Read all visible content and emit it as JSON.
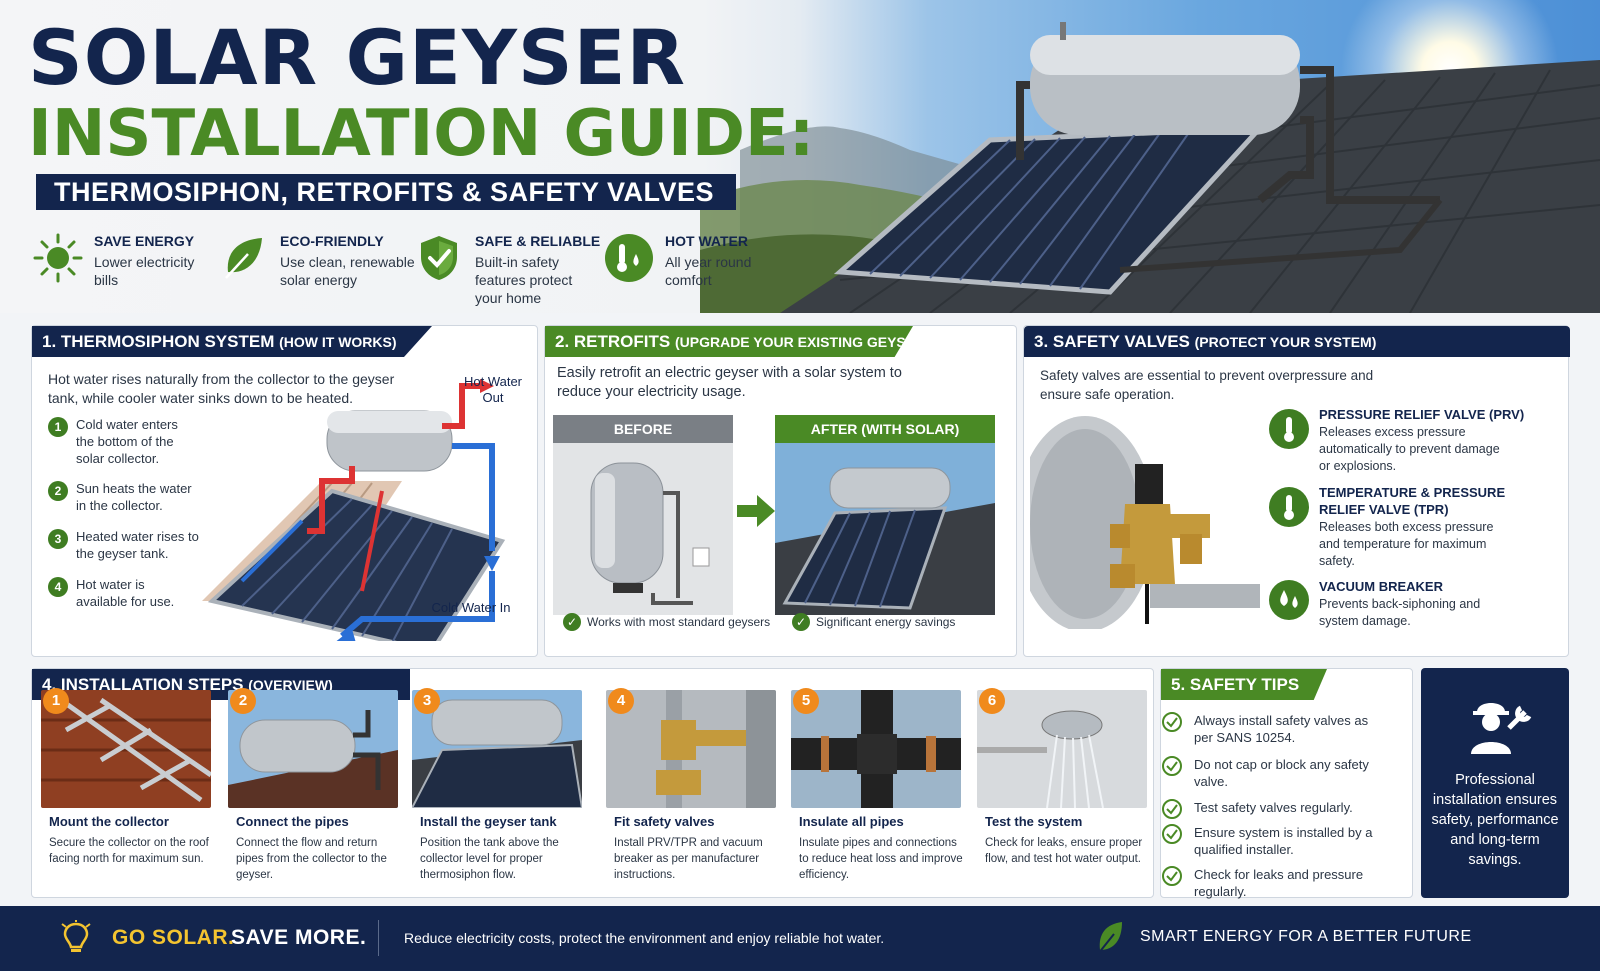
{
  "hero": {
    "title_line1": "SOLAR GEYSER",
    "title_line2": "INSTALLATION GUIDE:",
    "subtitle": "THERMOSIPHON, RETROFITS & SAFETY VALVES",
    "features": [
      {
        "title": "SAVE ENERGY",
        "desc": "Lower electricity bills",
        "icon": "sun-icon"
      },
      {
        "title": "ECO-FRIENDLY",
        "desc": "Use clean, renewable solar energy",
        "icon": "leaf-icon"
      },
      {
        "title": "SAFE & RELIABLE",
        "desc": "Built-in safety features protect your home",
        "icon": "shield-check-icon"
      },
      {
        "title": "HOT WATER",
        "desc": "All year round comfort",
        "icon": "thermometer-drop-icon"
      }
    ]
  },
  "thermosiphon": {
    "heading": "1. THERMOSIPHON SYSTEM",
    "heading_note": "(HOW IT WORKS)",
    "intro": "Hot water rises naturally from the collector to the geyser tank, while cooler water sinks down to be heated.",
    "steps": [
      {
        "num": "1",
        "text": "Cold water enters the bottom of the solar collector."
      },
      {
        "num": "2",
        "text": "Sun heats the water in the collector."
      },
      {
        "num": "3",
        "text": "Heated water rises to the geyser tank."
      },
      {
        "num": "4",
        "text": "Hot water is available for use."
      }
    ],
    "hot_label": "Hot Water Out",
    "cold_label": "Cold Water In"
  },
  "retrofits": {
    "heading": "2. RETROFITS",
    "heading_note": "(UPGRADE YOUR EXISTING GEYSER)",
    "intro": "Easily retrofit an electric geyser with a solar system to reduce your electricity usage.",
    "before_label": "BEFORE",
    "after_label": "AFTER (WITH SOLAR)",
    "check1": "Works with most standard geysers",
    "check2": "Significant energy savings"
  },
  "safety_valves": {
    "heading": "3. SAFETY VALVES",
    "heading_note": "(PROTECT YOUR SYSTEM)",
    "intro": "Safety valves are essential to prevent overpressure and ensure safe operation.",
    "valves": [
      {
        "title": "PRESSURE RELIEF VALVE (PRV)",
        "desc": "Releases excess pressure automatically to prevent damage or explosions.",
        "icon": "thermometer-icon"
      },
      {
        "title": "TEMPERATURE & PRESSURE RELIEF VALVE (TPR)",
        "desc": "Releases both excess pressure and temperature for maximum safety.",
        "icon": "thermometer-icon"
      },
      {
        "title": "VACUUM BREAKER",
        "desc": "Prevents back-siphoning and system damage.",
        "icon": "water-drops-icon"
      }
    ]
  },
  "install": {
    "heading": "4. INSTALLATION STEPS",
    "heading_note": "(OVERVIEW)",
    "steps": [
      {
        "num": "1",
        "title": "Mount the collector",
        "desc": "Secure the collector on the roof facing north for maximum sun."
      },
      {
        "num": "2",
        "title": "Connect the pipes",
        "desc": "Connect the flow and return pipes from the collector to the geyser."
      },
      {
        "num": "3",
        "title": "Install the geyser tank",
        "desc": "Position the tank above the collector level for proper thermosiphon flow."
      },
      {
        "num": "4",
        "title": "Fit safety valves",
        "desc": "Install PRV/TPR and vacuum breaker as per manufacturer instructions."
      },
      {
        "num": "5",
        "title": "Insulate all pipes",
        "desc": "Insulate pipes and connections to reduce heat loss and improve efficiency."
      },
      {
        "num": "6",
        "title": "Test the system",
        "desc": "Check for leaks, ensure proper flow, and test hot water output."
      }
    ]
  },
  "tips": {
    "heading": "5. SAFETY TIPS",
    "items": [
      "Always install safety valves as per SANS 10254.",
      "Do not cap or block any safety valve.",
      "Test safety valves regularly.",
      "Ensure system is installed by a qualified installer.",
      "Check for leaks and pressure regularly."
    ]
  },
  "pro": {
    "text": "Professional installation ensures safety, performance and long-term savings.",
    "icon": "worker-wrench-icon"
  },
  "footer": {
    "slogan_a": "GO SOLAR.",
    "slogan_b": "SAVE MORE.",
    "tagline": "Reduce electricity costs, protect the environment and enjoy reliable hot water.",
    "right": "SMART ENERGY FOR A BETTER FUTURE"
  },
  "colors": {
    "navy": "#13254d",
    "green": "#4a8a25",
    "orange": "#f08a1c"
  }
}
